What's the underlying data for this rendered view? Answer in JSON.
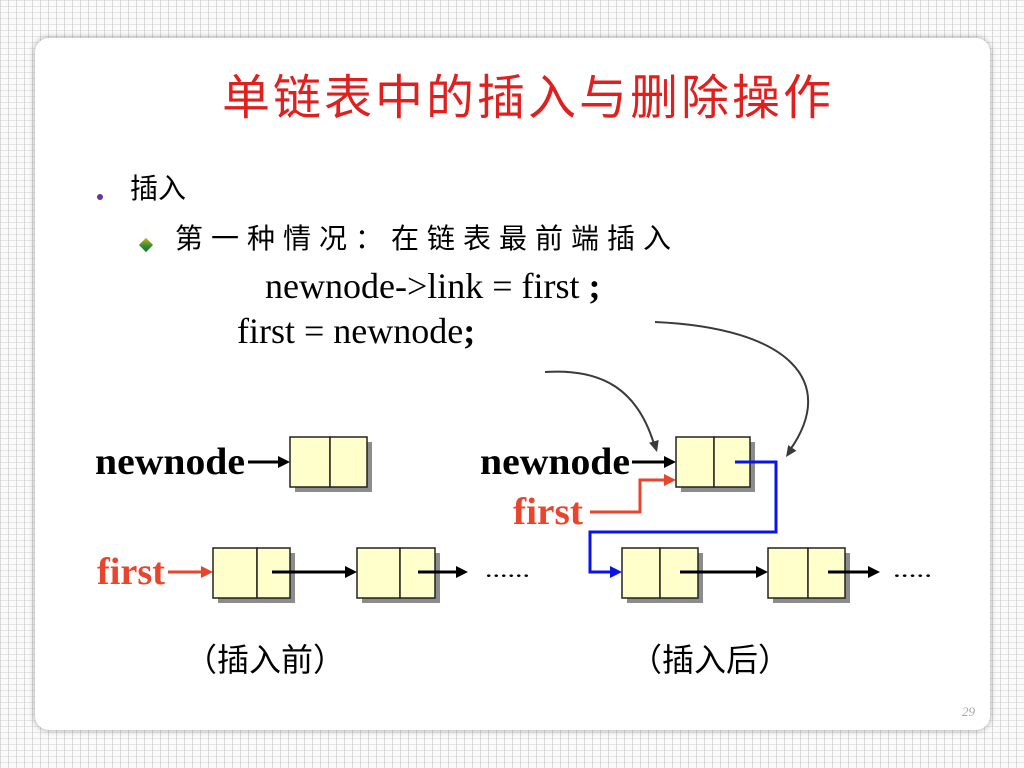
{
  "slide": {
    "title": "单链表中的插入与删除操作",
    "bullet": "插入",
    "sub_bullet": "第一种情况：在链表最前端插入",
    "code": [
      {
        "text": "newnode->link = first ",
        "end": ";"
      },
      {
        "text": "first = newnode",
        "end": ";"
      }
    ],
    "page_number": "29"
  },
  "diagram": {
    "before": {
      "newnode_label": "newnode",
      "first_label": "first",
      "ellipsis": "......",
      "caption": "（插入前）"
    },
    "after": {
      "newnode_label": "newnode",
      "first_label": "first",
      "ellipsis": ".....",
      "caption": "（插入后）"
    }
  },
  "icons": {
    "bullet": "round-bullet",
    "sub_bullet": "diamond-bullet"
  },
  "colors": {
    "title": "#e0201f",
    "first_pointer": "#e8452c",
    "new_link": "#0a14e6",
    "node_fill": "#ffffcc"
  }
}
